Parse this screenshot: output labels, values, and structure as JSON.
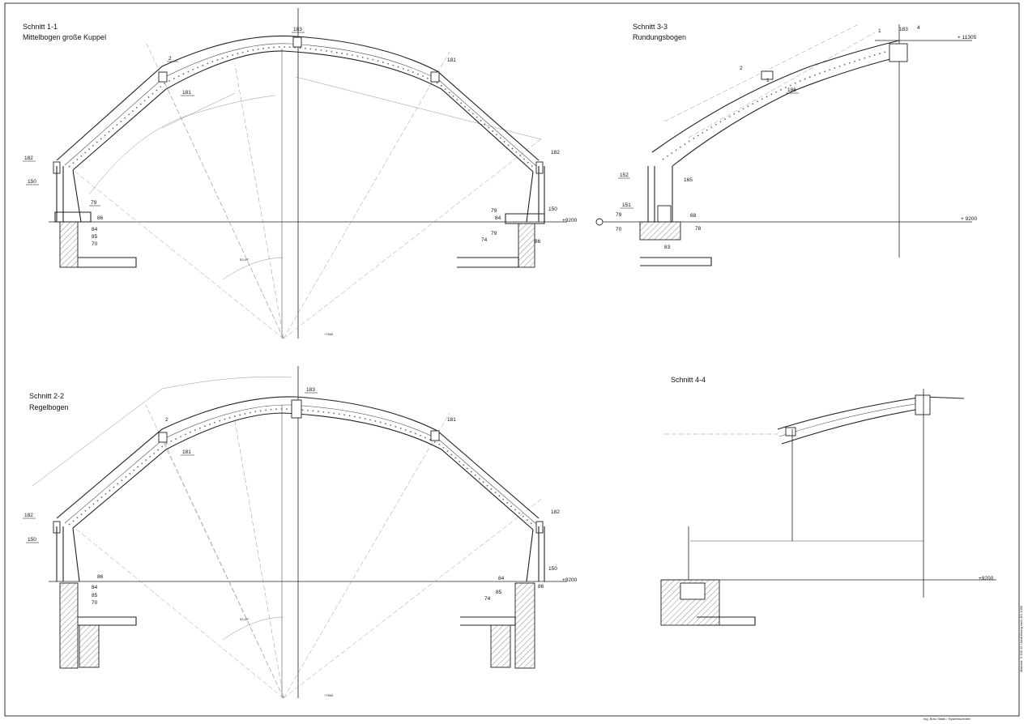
{
  "sections": {
    "s11": {
      "title": "Schnitt 1-1",
      "subtitle": "Mittelbogen große Kuppel"
    },
    "s33": {
      "title": "Schnitt 3-3",
      "subtitle": "Rundungsbogen"
    },
    "s22": {
      "title": "Schnitt 2-2",
      "subtitle": "Regelbogen"
    },
    "s44": {
      "title": "Schnitt 4-4"
    }
  },
  "levels": {
    "l9200": "+9200",
    "l11305": "+ 11305",
    "l9200b": "+ 9200"
  },
  "labels": {
    "s11": [
      "183",
      "2",
      "181",
      "181",
      "182",
      "182",
      "150",
      "79",
      "86",
      "84",
      "85",
      "70",
      "79",
      "84",
      "150",
      "79",
      "74",
      "86"
    ],
    "s33": [
      "183",
      "1",
      "4",
      "2",
      "1",
      "186",
      "152",
      "165",
      "151",
      "79",
      "70",
      "68",
      "78",
      "83"
    ],
    "s22": [
      "183",
      "2",
      "181",
      "181",
      "182",
      "182",
      "150",
      "86",
      "84",
      "85",
      "70",
      "150",
      "84",
      "85",
      "74",
      "86"
    ]
  },
  "footer": {
    "right_vertical": "Material: S 355 J2 / Ausführung nach EN 1090",
    "bottom_note": "Ing. Büro Statik / Systemschnitte"
  }
}
